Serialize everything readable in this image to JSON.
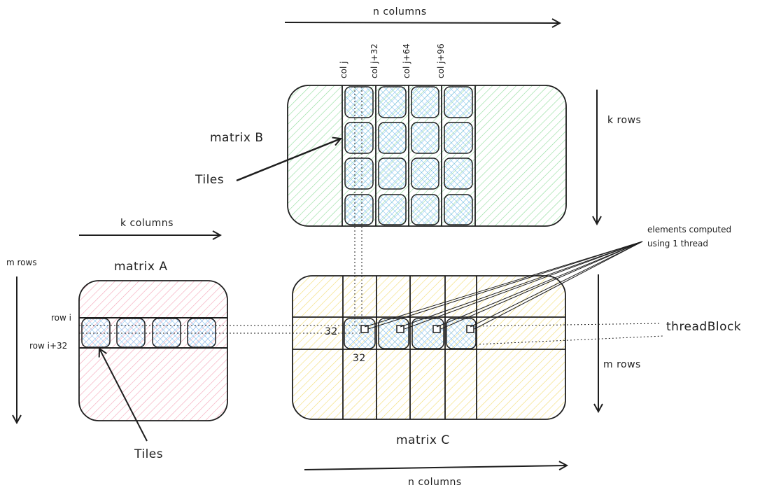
{
  "top_axis": {
    "n_columns": "n columns"
  },
  "bottom_axis": {
    "n_columns": "n columns"
  },
  "matrix_b": {
    "label": "matrix B",
    "k_rows": "k rows",
    "col_labels": [
      "col j",
      "col j+32",
      "col j+64",
      "col j+96"
    ],
    "tiles_label": "Tiles"
  },
  "matrix_a": {
    "label": "matrix A",
    "m_rows": "m rows",
    "k_columns": "k columns",
    "row_labels": [
      "row i",
      "row i+32"
    ],
    "tiles_label": "Tiles"
  },
  "matrix_c": {
    "label": "matrix C",
    "m_rows": "m rows",
    "tile_width": "32",
    "tile_height": "32",
    "thread_block": "threadBlock",
    "elements_note_line1": "elements computed",
    "elements_note_line2": "using 1 thread"
  },
  "colors": {
    "matrix_a_fill": "#f9c9d4",
    "matrix_b_fill": "#b2f2bb",
    "matrix_c_fill": "#ffec99",
    "tile_fill": "#a5d8ff",
    "stroke": "#1e1e1e"
  }
}
